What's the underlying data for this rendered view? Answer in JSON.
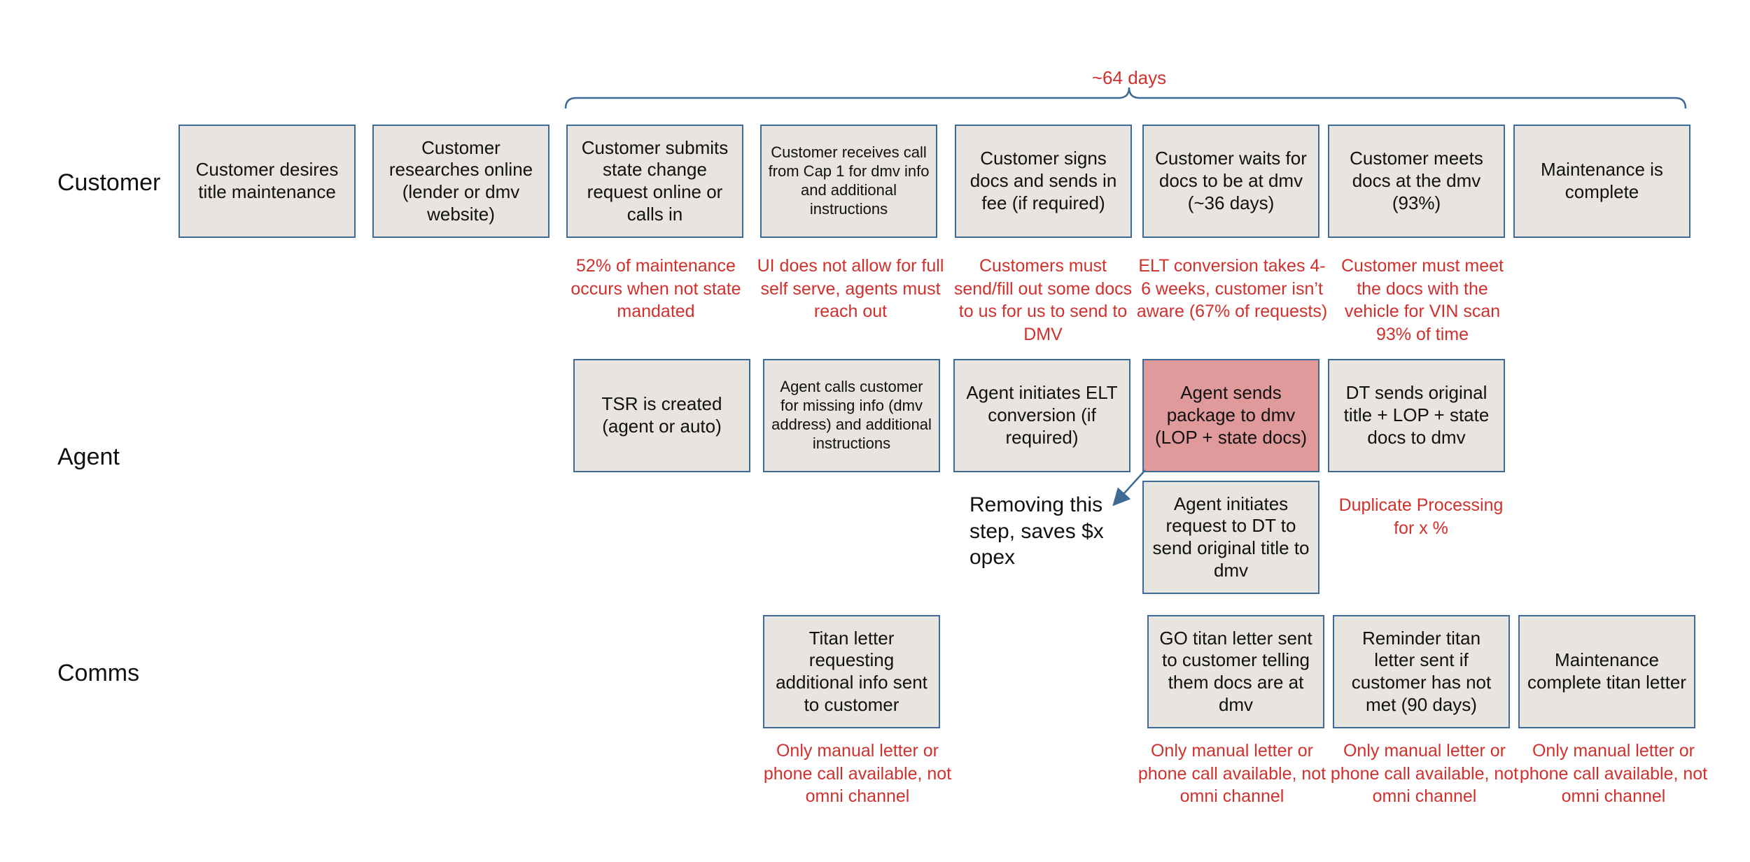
{
  "brace_label": "~64 days",
  "lanes": {
    "customer": "Customer",
    "agent": "Agent",
    "comms": "Comms"
  },
  "customer_steps": [
    "Customer desires title maintenance",
    "Customer researches online (lender or dmv website)",
    "Customer submits state change request online or calls in",
    "Customer receives call from Cap 1 for dmv info and additional instructions",
    "Customer signs docs and sends in fee (if required)",
    "Customer waits for docs to be at dmv (~36 days)",
    "Customer meets docs at the dmv (93%)",
    "Maintenance is complete"
  ],
  "customer_notes": [
    "52% of maintenance occurs when not state mandated",
    "UI does not allow for full self serve, agents must reach out",
    "Customers must send/fill out some docs to us for us to send to DMV",
    "ELT conversion takes 4-6 weeks, customer isn’t aware (67% of requests)",
    "Customer must meet the docs with the vehicle for VIN scan 93% of time"
  ],
  "agent_steps": [
    "TSR is created (agent or auto)",
    "Agent calls customer for missing info (dmv address) and additional instructions",
    "Agent initiates ELT conversion (if required)",
    "Agent sends package to dmv (LOP + state docs)",
    "DT sends original title + LOP + state docs to dmv",
    "Agent initiates request to DT to send original title to dmv"
  ],
  "agent_callout": "Removing this step, saves $x opex",
  "agent_note": "Duplicate Processing for x %",
  "comms_steps": [
    "Titan letter requesting additional info sent to customer",
    "GO titan letter sent to customer telling them docs are at dmv",
    "Reminder titan letter sent if customer has not met (90 days)",
    "Maintenance complete titan letter"
  ],
  "comms_notes": [
    "Only manual letter or phone call available, not omni channel",
    "Only manual letter or phone call available, not omni channel",
    "Only manual letter or phone call available, not omni channel",
    "Only manual letter or phone call available, not omni channel"
  ],
  "colors": {
    "box_fill": "#e8e4df",
    "box_border": "#3e6b96",
    "highlight_fill": "#e19a9b",
    "note_red": "#d0312d",
    "brace": "#3e6b96"
  }
}
